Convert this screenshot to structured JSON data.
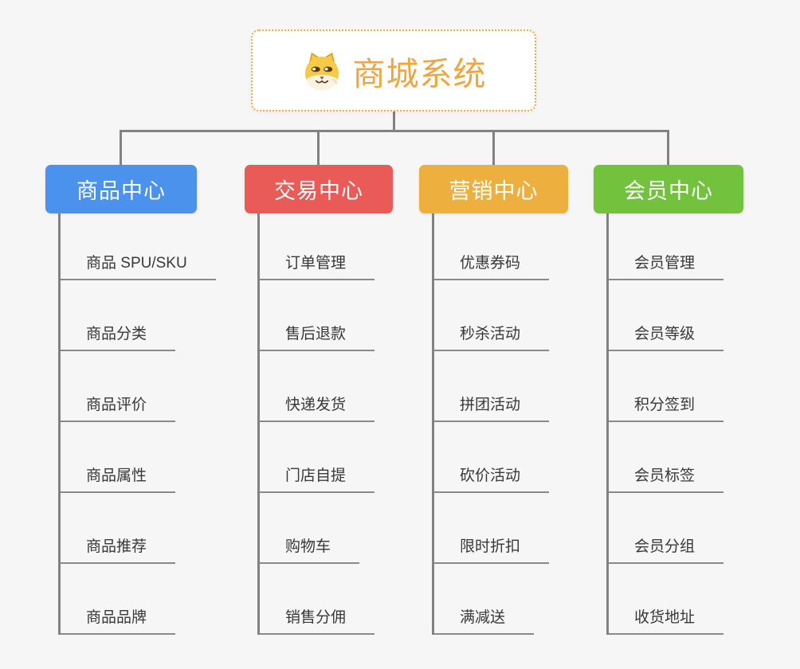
{
  "page": {
    "background": "#F6F6F6"
  },
  "connector_color": "#828282",
  "underline_color": "#8A8A8A",
  "root": {
    "label": "商城系统",
    "icon": "doge-face-icon",
    "text_color": "#F0A63F",
    "border_color": "#F1AB44"
  },
  "branches": [
    {
      "id": "product-center",
      "label": "商品中心",
      "color": "#4A92EB",
      "items": [
        "商品 SPU/SKU",
        "商品分类",
        "商品评价",
        "商品属性",
        "商品推荐",
        "商品品牌"
      ]
    },
    {
      "id": "trade-center",
      "label": "交易中心",
      "color": "#E95B56",
      "items": [
        "订单管理",
        "售后退款",
        "快递发货",
        "门店自提",
        "购物车",
        "销售分佣"
      ]
    },
    {
      "id": "marketing-center",
      "label": "营销中心",
      "color": "#EDAF3E",
      "items": [
        "优惠券码",
        "秒杀活动",
        "拼团活动",
        "砍价活动",
        "限时折扣",
        "满减送"
      ]
    },
    {
      "id": "member-center",
      "label": "会员中心",
      "color": "#72C23E",
      "items": [
        "会员管理",
        "会员等级",
        "积分签到",
        "会员标签",
        "会员分组",
        "收货地址"
      ]
    }
  ]
}
